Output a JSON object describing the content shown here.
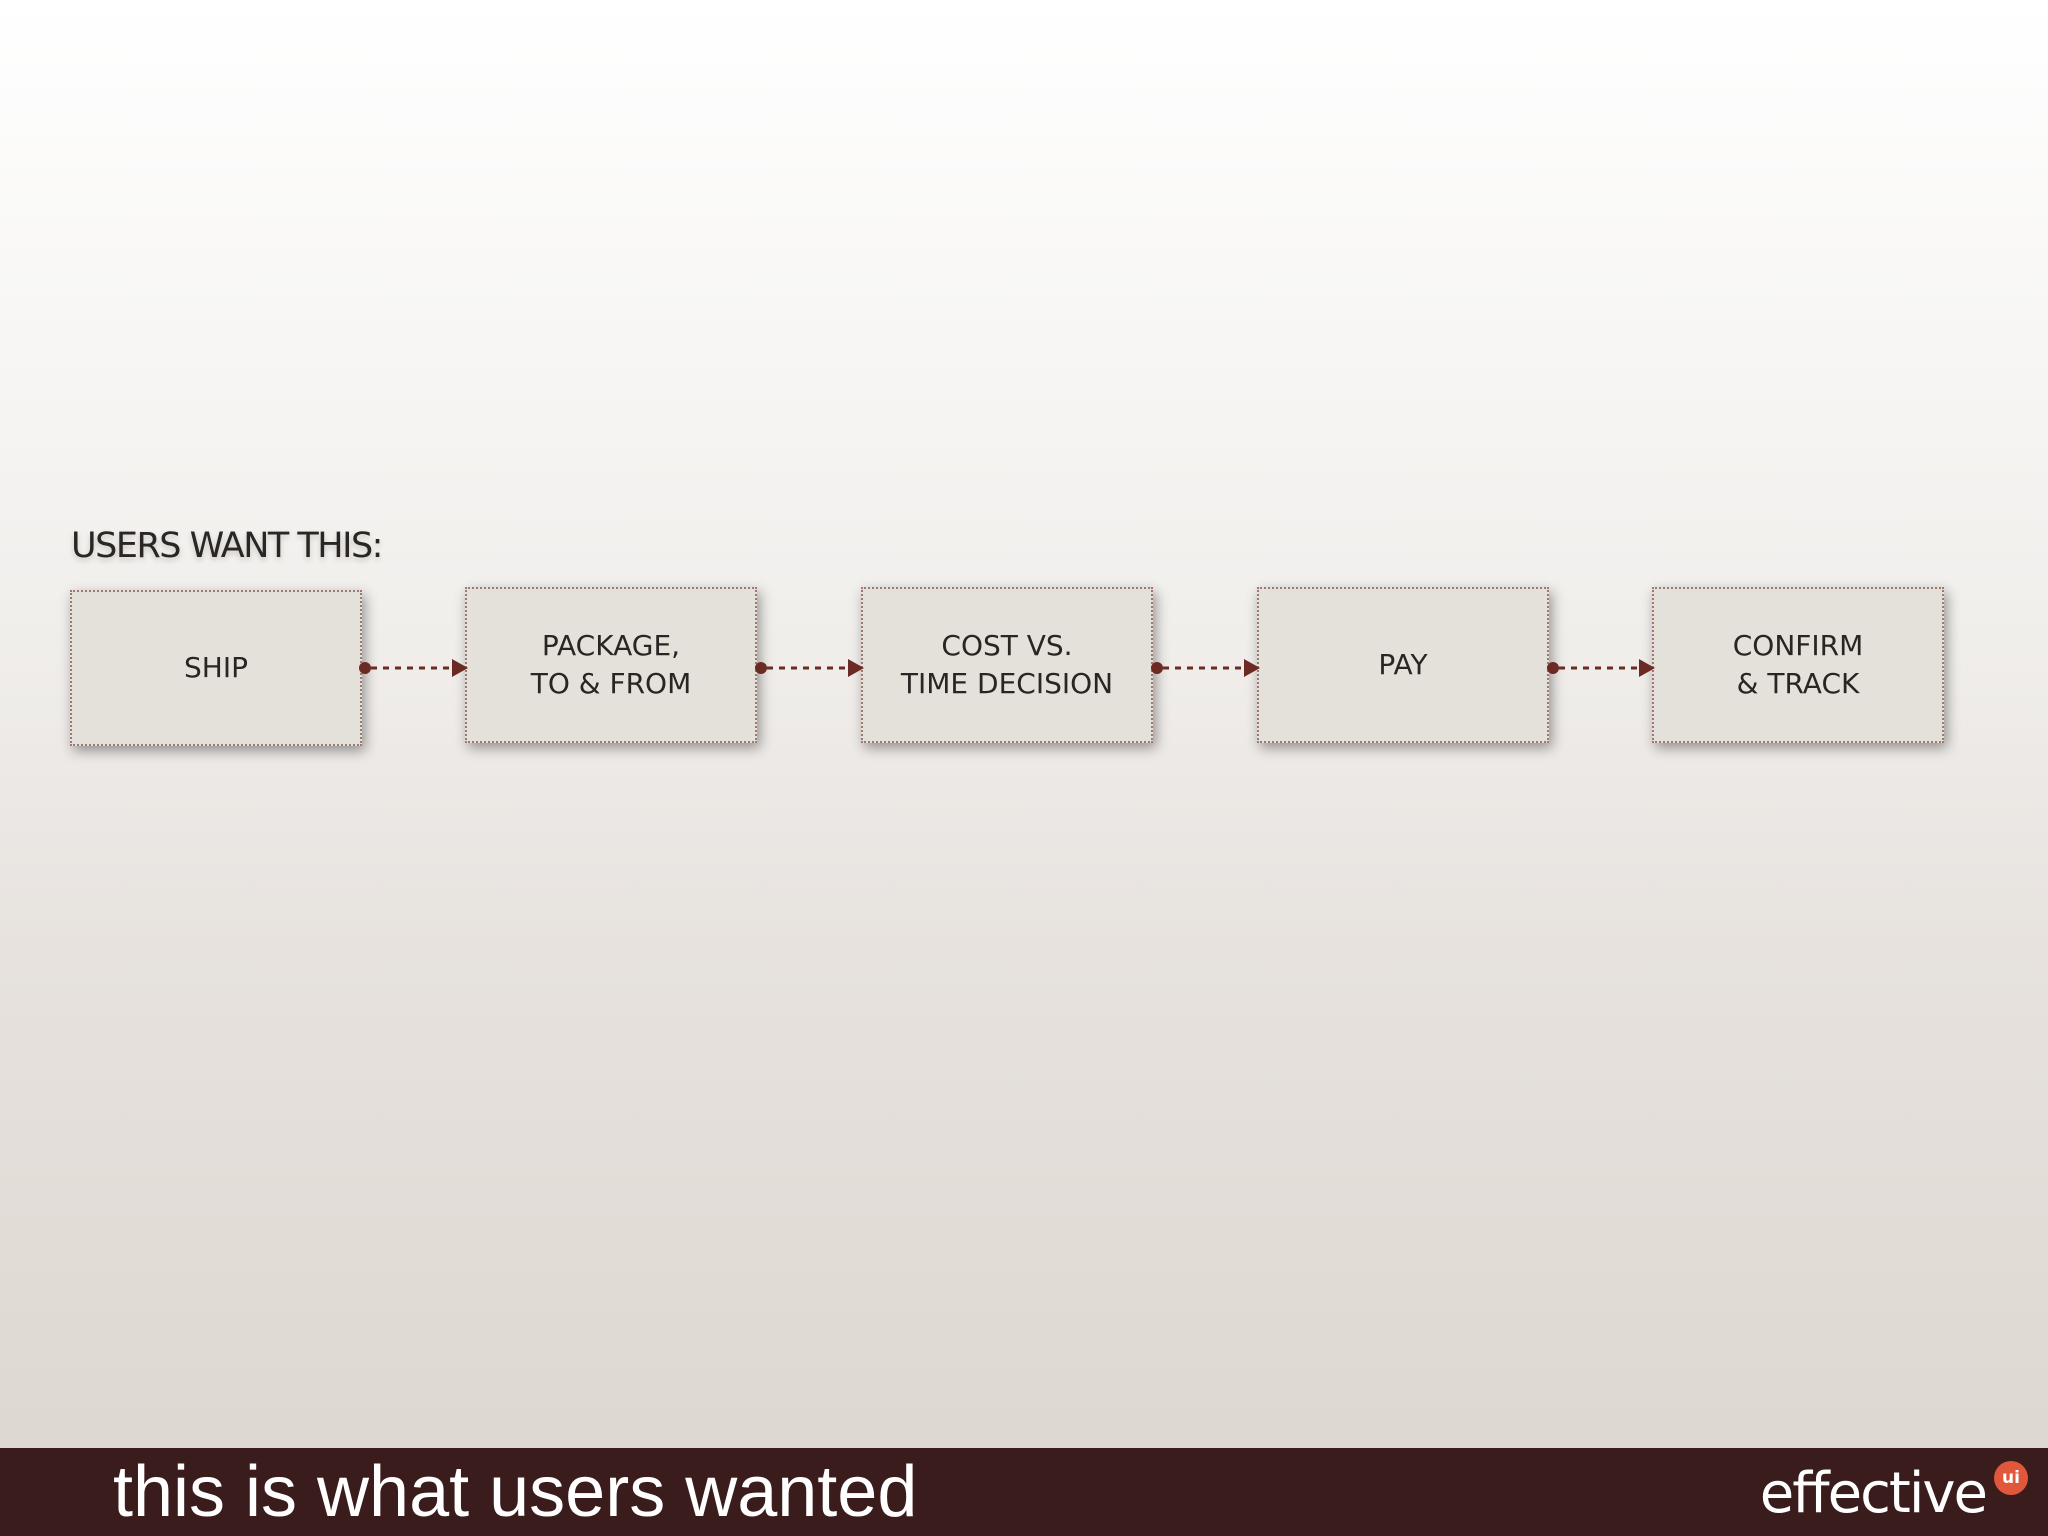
{
  "slide": {
    "heading": "USERS WANT THIS:",
    "steps": [
      "SHIP",
      "PACKAGE,\nTO & FROM",
      "COST VS.\nTIME DECISION",
      "PAY",
      "CONFIRM\n& TRACK"
    ],
    "caption": "this is what users wanted",
    "brand": {
      "name": "effective",
      "badge": "ui"
    }
  },
  "colors": {
    "connector": "#6b2a24",
    "footer": "#3a1c1d",
    "badge": "#e0573a"
  }
}
